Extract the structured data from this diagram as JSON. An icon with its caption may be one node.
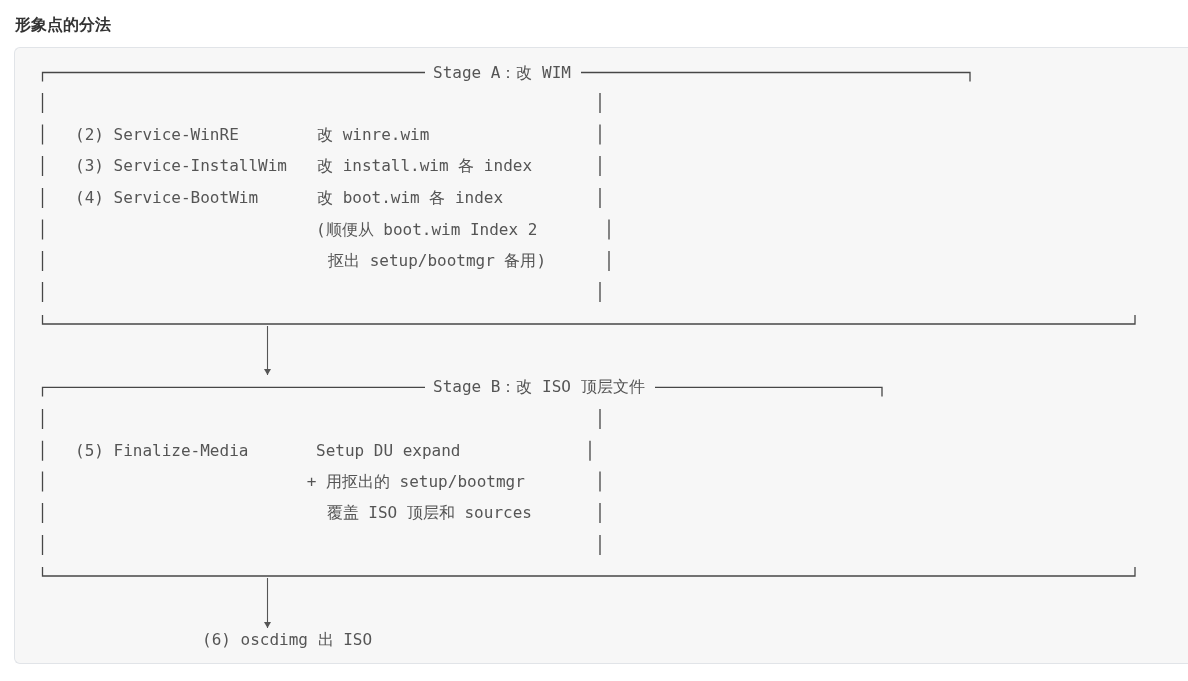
{
  "diagram": {
    "title": "形象点的分法",
    "nodes": [
      {
        "text": [
          "Stage A：改 WIM",
          "(2) Service-WinRE",
          "改 winre.wim",
          "(3) Service-InstallWim",
          "改 install.wim 各 index",
          "(4) Service-BootWim",
          "改 boot.wim 各 index",
          "(顺便从 boot.wim Index 2 抠出 setup/bootmgr 备用)"
        ]
      },
      {
        "text": [
          "Stage B：改 ISO 顶层文件",
          "(5) Finalize-Media",
          "Setup DU expand",
          "+ 用抠出的 setup/bootmgr 覆盖 ISO 顶层和 sources"
        ]
      },
      {
        "text": [
          "(6) oscdimg 出 ISO"
        ]
      }
    ],
    "edges": [
      {
        "from": 0,
        "to": 1,
        "arrow": "to"
      },
      {
        "from": 1,
        "to": 2,
        "arrow": "to"
      }
    ]
  }
}
